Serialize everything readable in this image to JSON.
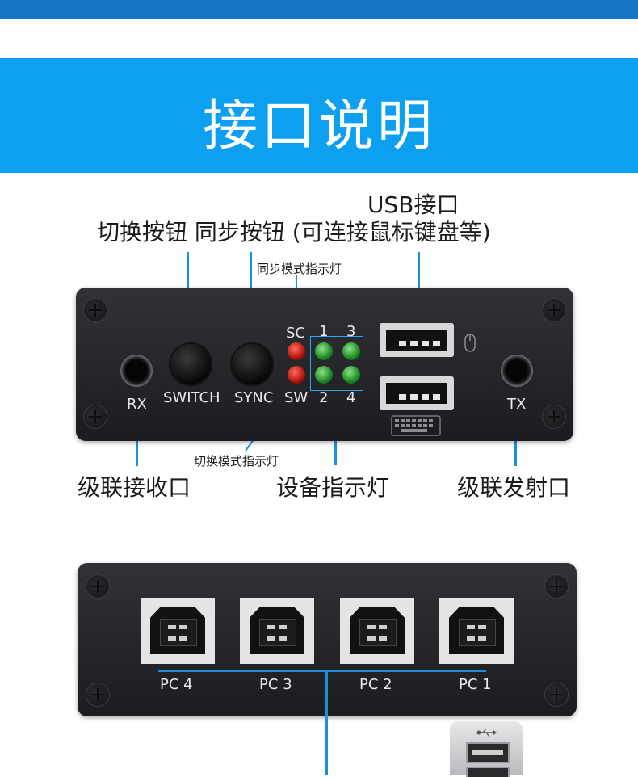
{
  "header": {
    "title": "接口说明"
  },
  "front_panel": {
    "usb_label": "USB接口",
    "buttons_label": "切换按钮 同步按钮 (可连接鼠标键盘等)",
    "sync_mode_indicator": "同步模式指示灯",
    "switch_mode_indicator": "切换模式指示灯",
    "port_labels": {
      "rx": "RX",
      "switch": "SWITCH",
      "sync": "SYNC",
      "sc": "SC",
      "sw": "SW",
      "tx": "TX"
    },
    "led_numbers": [
      "1",
      "3",
      "2",
      "4"
    ],
    "callouts": {
      "cascade_receive": "级联接收口",
      "device_indicator": "设备指示灯",
      "cascade_transmit": "级联发射口"
    }
  },
  "rear_panel": {
    "pc_ports": [
      "PC 4",
      "PC 3",
      "PC 2",
      "PC 1"
    ]
  },
  "colors": {
    "banner": "#0ea0f0",
    "top_bar": "#1676c8",
    "callout_line": "#1d8fd8",
    "led_red": "#d0201a",
    "led_green": "#22a02a"
  }
}
